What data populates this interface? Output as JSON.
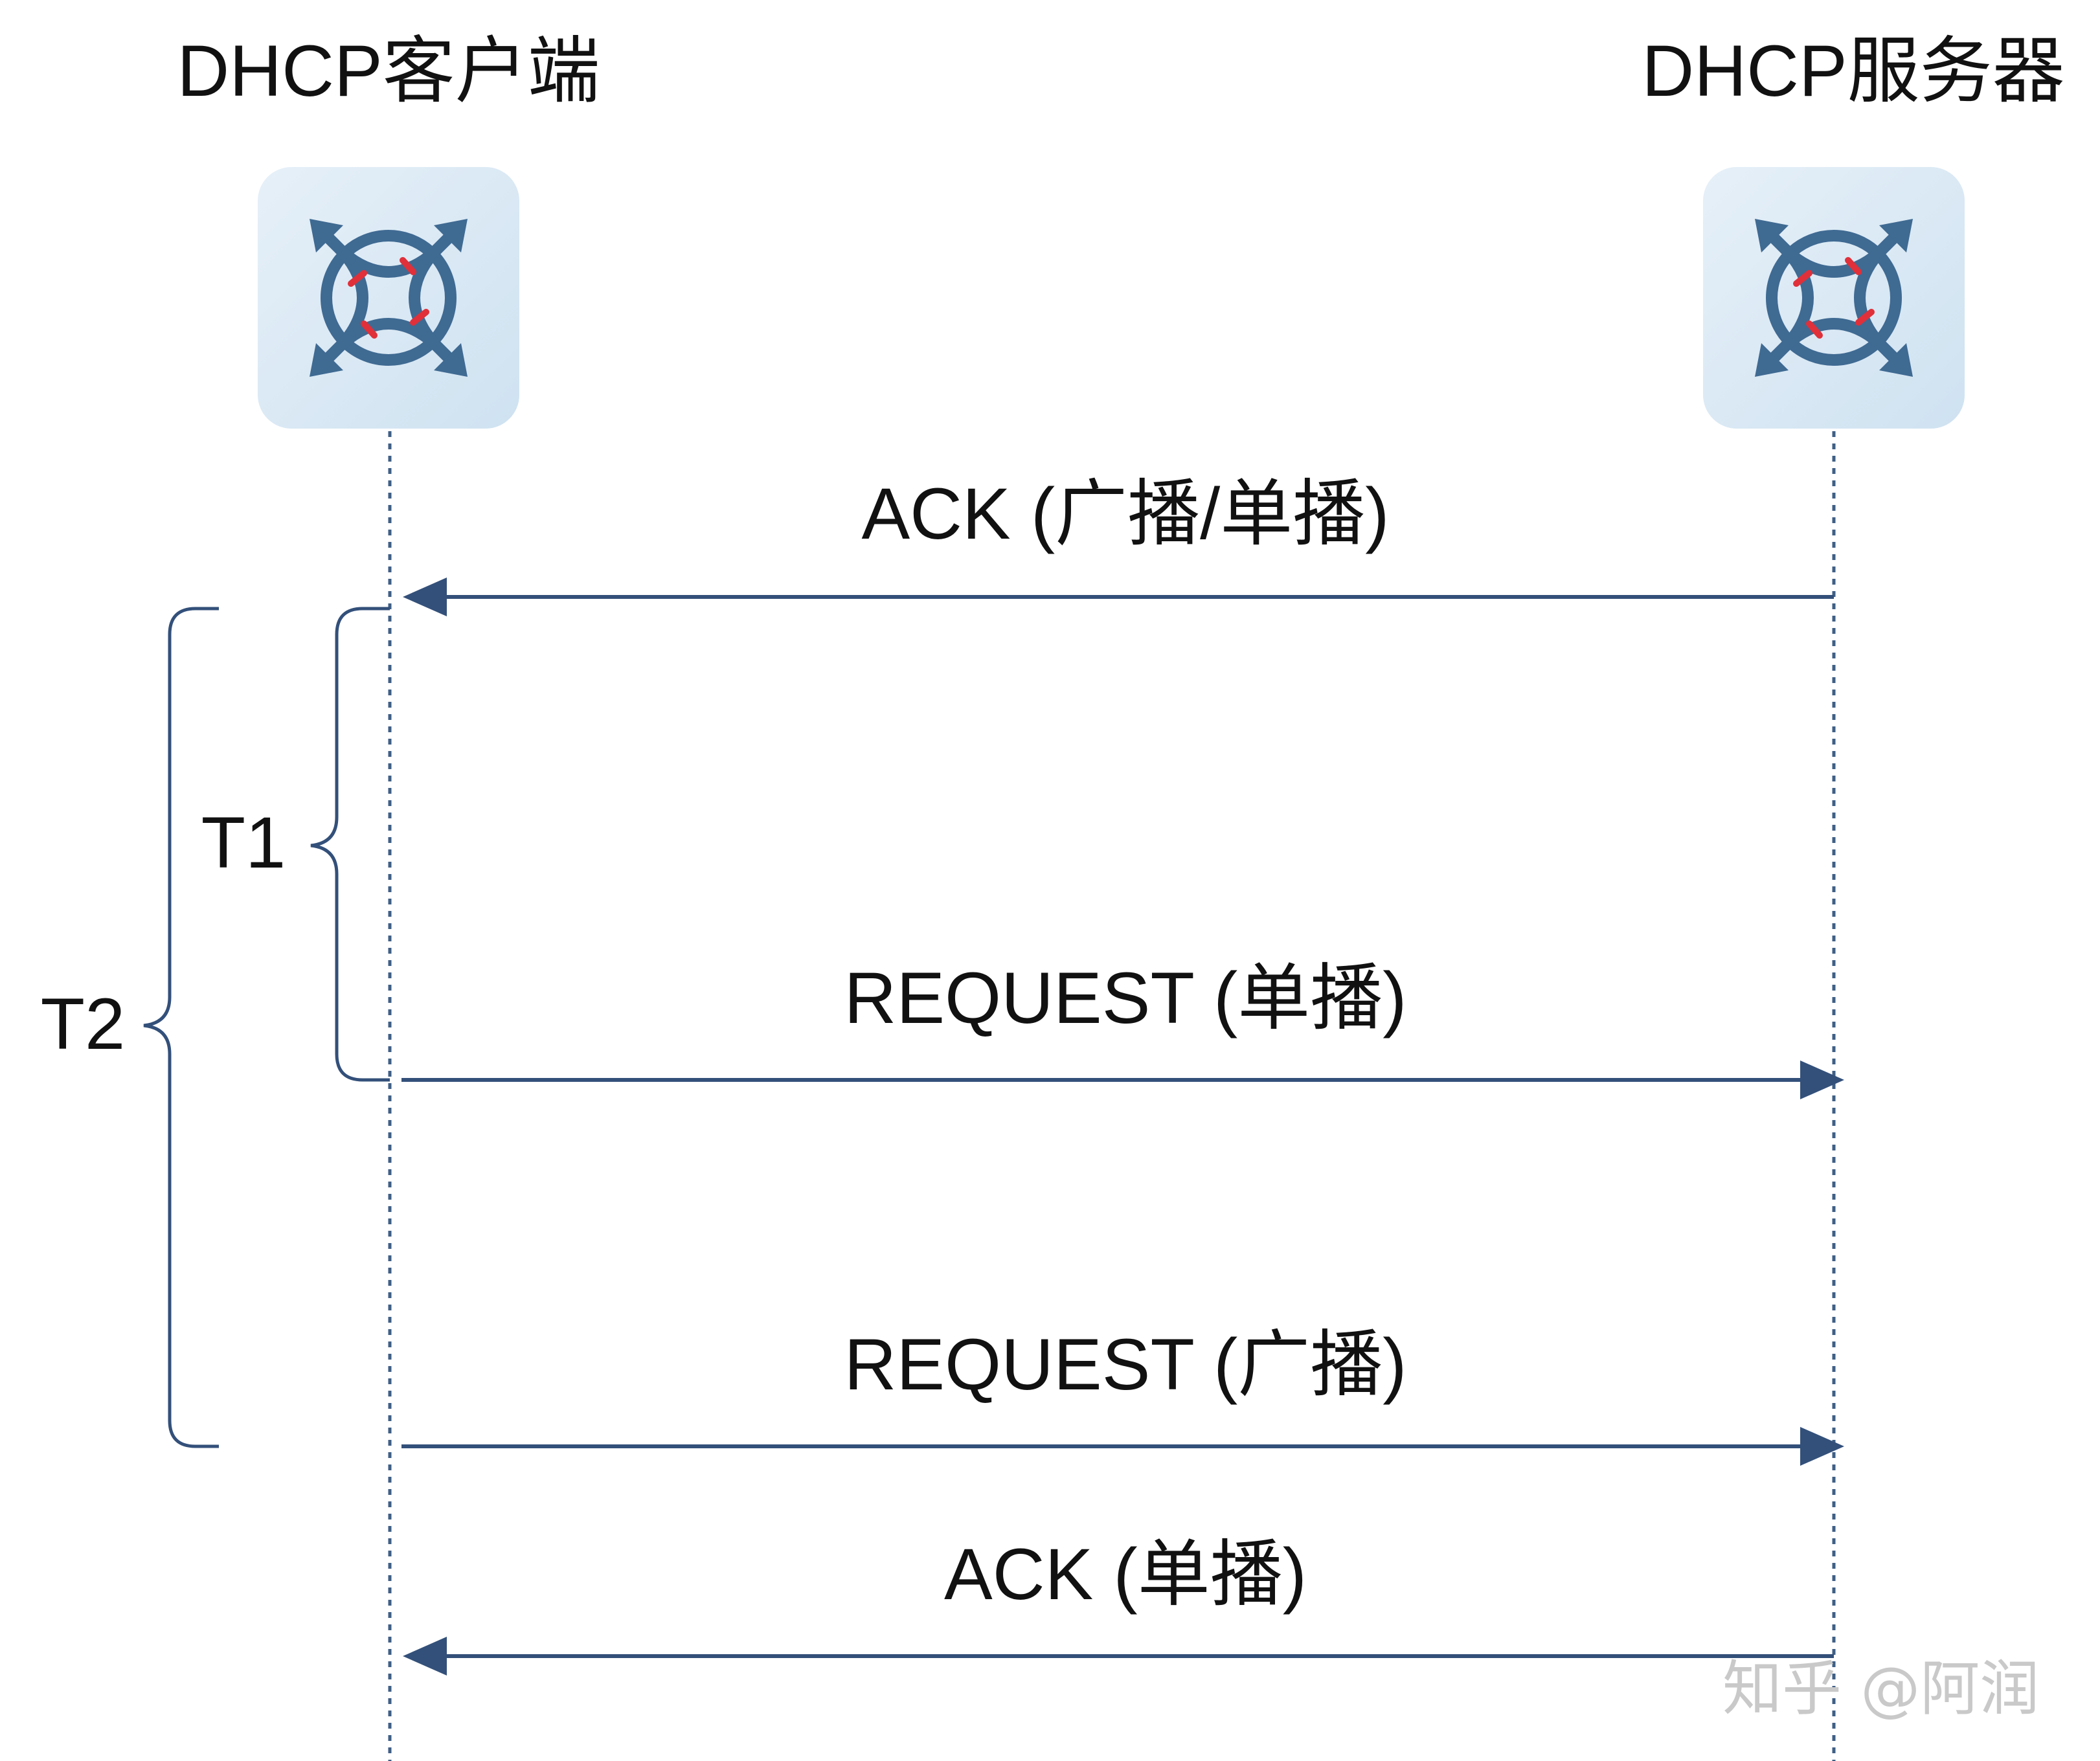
{
  "participants": {
    "client": {
      "label": "DHCP客户端"
    },
    "server": {
      "label": "DHCP服务器"
    }
  },
  "messages": [
    {
      "label": "ACK (广播/单播)",
      "direction": "server-to-client"
    },
    {
      "label": "REQUEST (单播)",
      "direction": "client-to-server"
    },
    {
      "label": "REQUEST (广播)",
      "direction": "client-to-server"
    },
    {
      "label": "ACK (单播)",
      "direction": "server-to-client"
    }
  ],
  "intervals": {
    "t1": {
      "label": "T1"
    },
    "t2": {
      "label": "T2"
    }
  },
  "watermark": "知乎 @阿润",
  "colors": {
    "line": "#33507a",
    "icon_bg": "#dbe9f4",
    "icon_main": "#3f6a92",
    "icon_accent": "#e0303a",
    "lifeline": "#3f5f85",
    "text": "#111111"
  },
  "icons": {
    "client": "router-icon",
    "server": "router-icon"
  }
}
